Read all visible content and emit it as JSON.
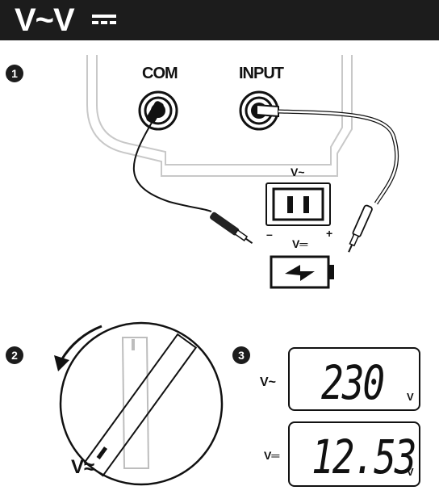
{
  "header": {
    "title": "V~V",
    "icon": "dc-voltage-icon",
    "background": "#1c1c1c"
  },
  "steps": [
    "1",
    "2",
    "3"
  ],
  "step1": {
    "com_label": "COM",
    "input_label": "INPUT",
    "ac_label": "V~",
    "dc_label": "V═",
    "minus": "–",
    "plus": "+"
  },
  "step2": {
    "dial_label": "V≈"
  },
  "step3": {
    "ac": {
      "label": "V~",
      "value": "230",
      "unit": "V"
    },
    "dc": {
      "label": "V═",
      "value": "12.53",
      "unit": "V"
    }
  }
}
